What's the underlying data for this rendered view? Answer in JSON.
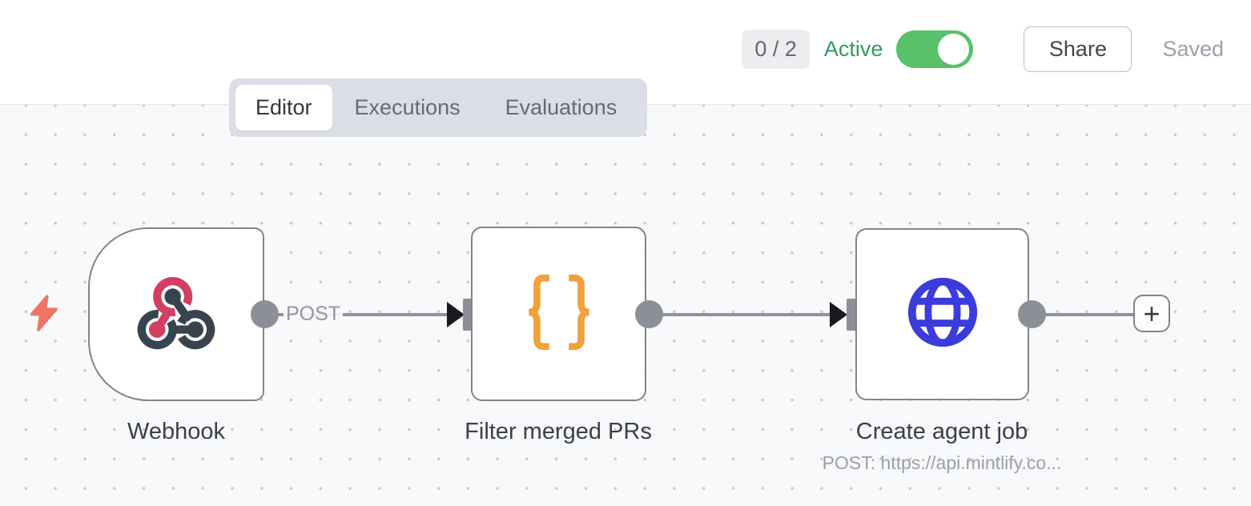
{
  "header": {
    "count_badge": "0 / 2",
    "active_label": "Active",
    "toggle_on": true,
    "share_label": "Share",
    "saved_label": "Saved"
  },
  "tabs": [
    {
      "label": "Editor",
      "active": true
    },
    {
      "label": "Executions",
      "active": false
    },
    {
      "label": "Evaluations",
      "active": false
    }
  ],
  "canvas": {
    "nodes": [
      {
        "name": "Webhook",
        "type": "webhook-trigger",
        "icon": "webhook-icon",
        "output_label": "POST"
      },
      {
        "name": "Filter merged PRs",
        "type": "code-filter",
        "icon": "curly-braces-icon"
      },
      {
        "name": "Create agent job",
        "type": "http-request",
        "icon": "globe-icon",
        "subtitle": "POST: https://api.mintlify.co..."
      }
    ],
    "add_button_label": "+"
  },
  "colors": {
    "active_green": "#2e9c5e",
    "toggle_green": "#58c16a",
    "node_border_gray": "#818489",
    "connector_gray": "#8c8f95",
    "webhook_pink": "#d23f63",
    "webhook_dark": "#37434e",
    "braces_orange": "#f0a23d",
    "globe_blue": "#3c3bdb",
    "bolt_coral": "#ee7465",
    "canvas_bg": "#f8f9fb"
  }
}
